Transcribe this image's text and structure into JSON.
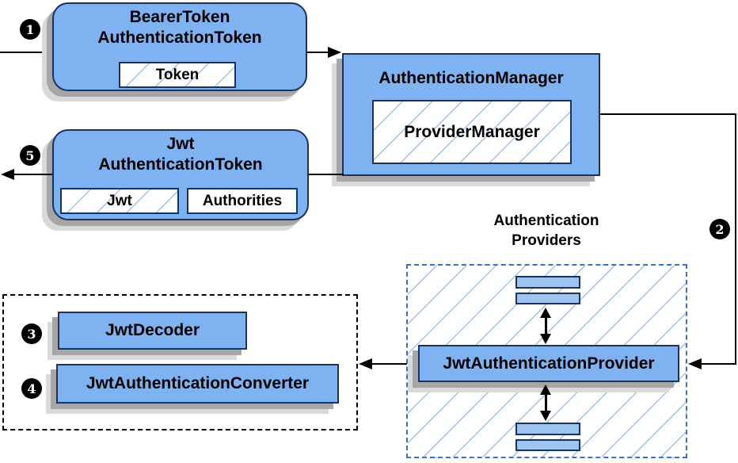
{
  "badges": {
    "step1": "1",
    "step2": "2",
    "step3": "3",
    "step4": "4",
    "step5": "5"
  },
  "bearer_token_box": {
    "title_line1": "BearerToken",
    "title_line2": "AuthenticationToken",
    "token_field": "Token"
  },
  "authentication_manager_box": {
    "title": "AuthenticationManager",
    "provider_manager_field": "ProviderManager"
  },
  "jwt_authentication_token_box": {
    "title_line1": "Jwt",
    "title_line2": "AuthenticationToken",
    "jwt_field": "Jwt",
    "authorities_field": "Authorities"
  },
  "authentication_providers_group": {
    "label_line1": "Authentication",
    "label_line2": "Providers",
    "jwt_authentication_provider": "JwtAuthenticationProvider"
  },
  "jwt_support_group": {
    "jwt_decoder": "JwtDecoder",
    "jwt_authentication_converter": "JwtAuthenticationConverter"
  },
  "colors": {
    "box_fill": "#7fb2f0",
    "bar_fill": "#9ec4f2",
    "box_border": "#17335f",
    "hatch_line": "#9cc2ea",
    "dashed_blue_border": "#3b6fc0",
    "dashed_black_border": "#000000",
    "shadow_dark": "#a6a6a6",
    "shadow_light": "#d9d9d9",
    "arrow_color": "#000000"
  }
}
